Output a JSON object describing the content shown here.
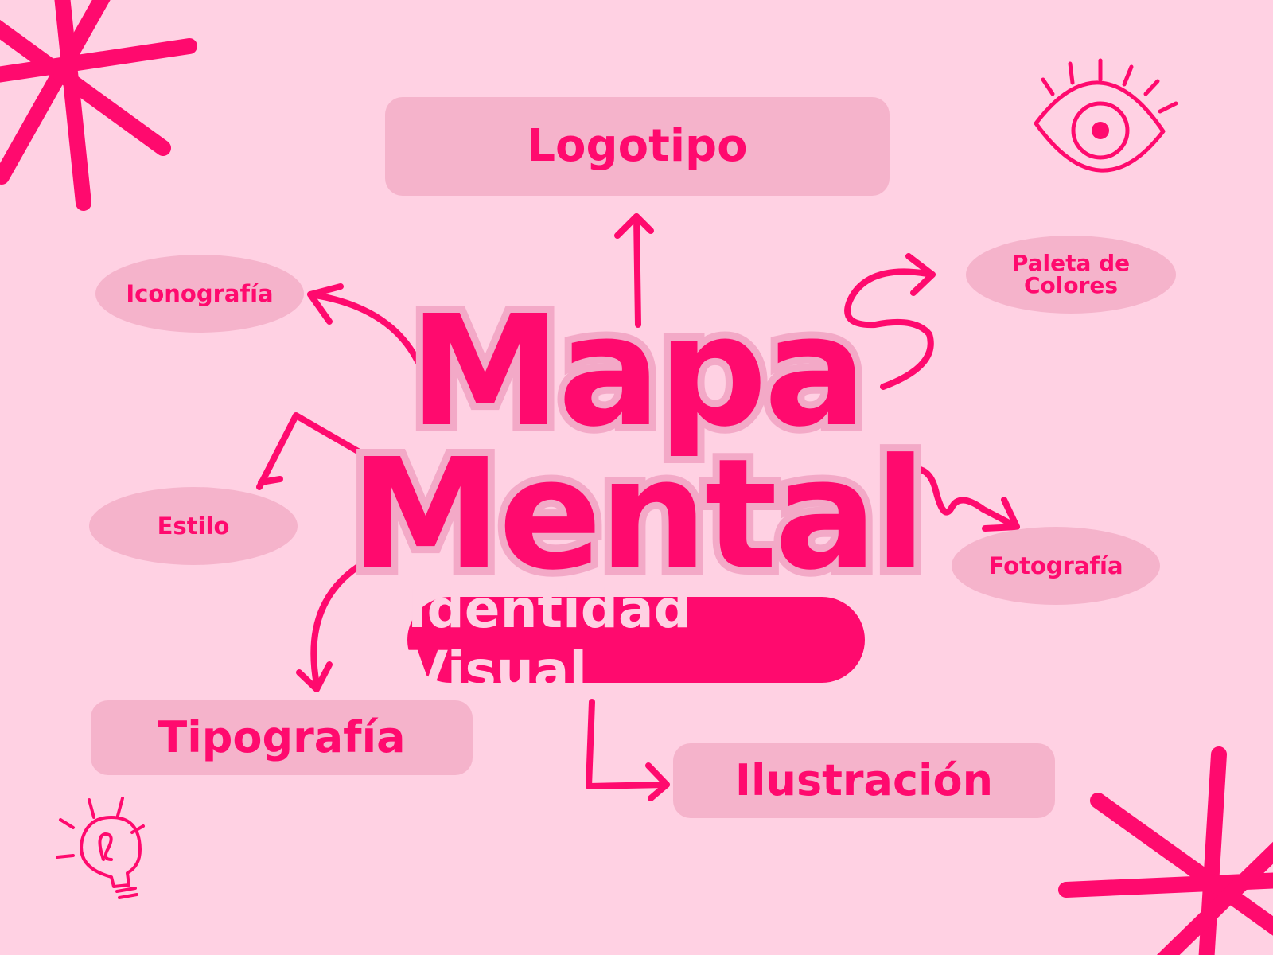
{
  "colors": {
    "background": "#ffd1e3",
    "accent": "#ff0a6e",
    "blob": "#f5b3cb",
    "outline": "#f3a9c7",
    "pill_text": "#ffd1e3"
  },
  "title": {
    "line1": "Mapa",
    "line2": "Mental"
  },
  "subtitle": "Identidad Visual",
  "nodes": {
    "logotipo": "Logotipo",
    "iconografia": "Iconografía",
    "paleta_line1": "Paleta de",
    "paleta_line2": "Colores",
    "estilo": "Estilo",
    "fotografia": "Fotografía",
    "tipografia": "Tipografía",
    "ilustracion": "Ilustración"
  },
  "icons": [
    "starburst-icon",
    "eye-icon",
    "lightbulb-icon"
  ]
}
